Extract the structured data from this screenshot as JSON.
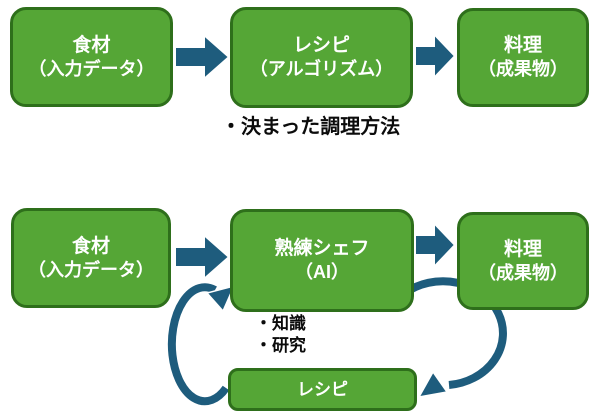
{
  "colors": {
    "bg": "#ffffff",
    "box_fill": "#55a636",
    "box_border": "#2e6f1b",
    "box_text": "#ffffff",
    "arrow_fill": "#1e5c7d",
    "arrow_outline": "#ffffff",
    "annotation_text": "#0b0b0b"
  },
  "top_flow": {
    "boxes": [
      {
        "line1": "食材",
        "line2": "（入力データ）"
      },
      {
        "line1": "レシピ",
        "line2": "（アルゴリズム）"
      },
      {
        "line1": "料理",
        "line2": "（成果物）"
      }
    ],
    "annotation": "・決まった調理方法"
  },
  "bottom_flow": {
    "boxes": [
      {
        "line1": "食材",
        "line2": "（入力データ）"
      },
      {
        "line1": "熟練シェフ",
        "line2": "（AI）"
      },
      {
        "line1": "料理",
        "line2": "（成果物）"
      }
    ],
    "bullets": [
      "・知識",
      "・研究"
    ],
    "loop_box_label": "レシピ"
  }
}
